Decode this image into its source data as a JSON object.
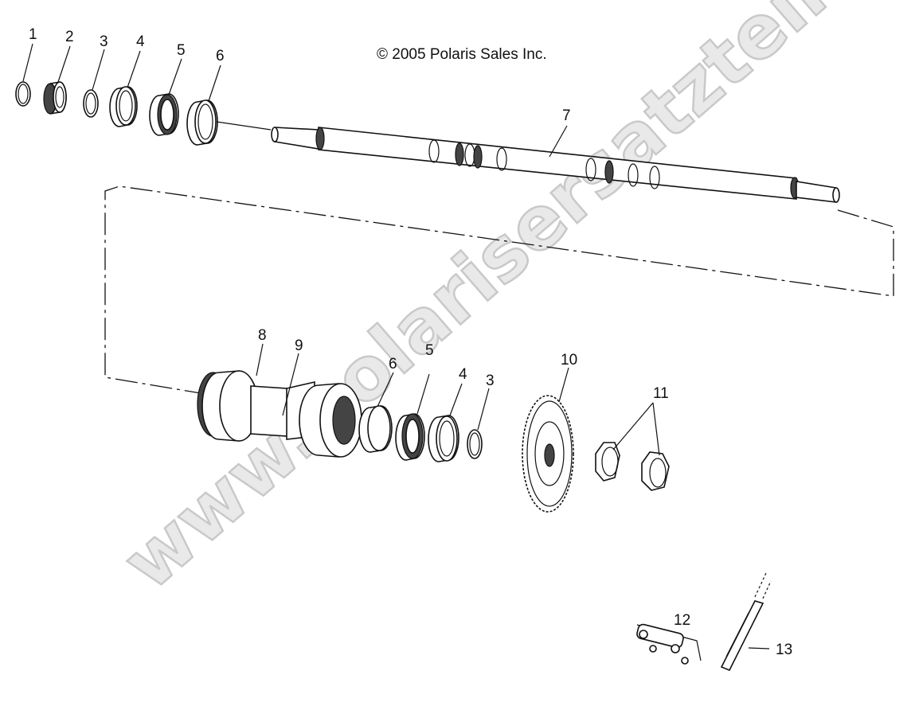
{
  "copyright": "© 2005 Polaris Sales Inc.",
  "watermark": "www.polarisersatzteile.de",
  "callouts": {
    "c1": "1",
    "c2": "2",
    "c3": "3",
    "c4": "4",
    "c5": "5",
    "c6": "6",
    "c7": "7",
    "c8": "8",
    "c9": "9",
    "c6b": "6",
    "c5b": "5",
    "c4b": "4",
    "c3b": "3",
    "c10": "10",
    "c11": "11",
    "c12": "12",
    "c13": "13"
  }
}
